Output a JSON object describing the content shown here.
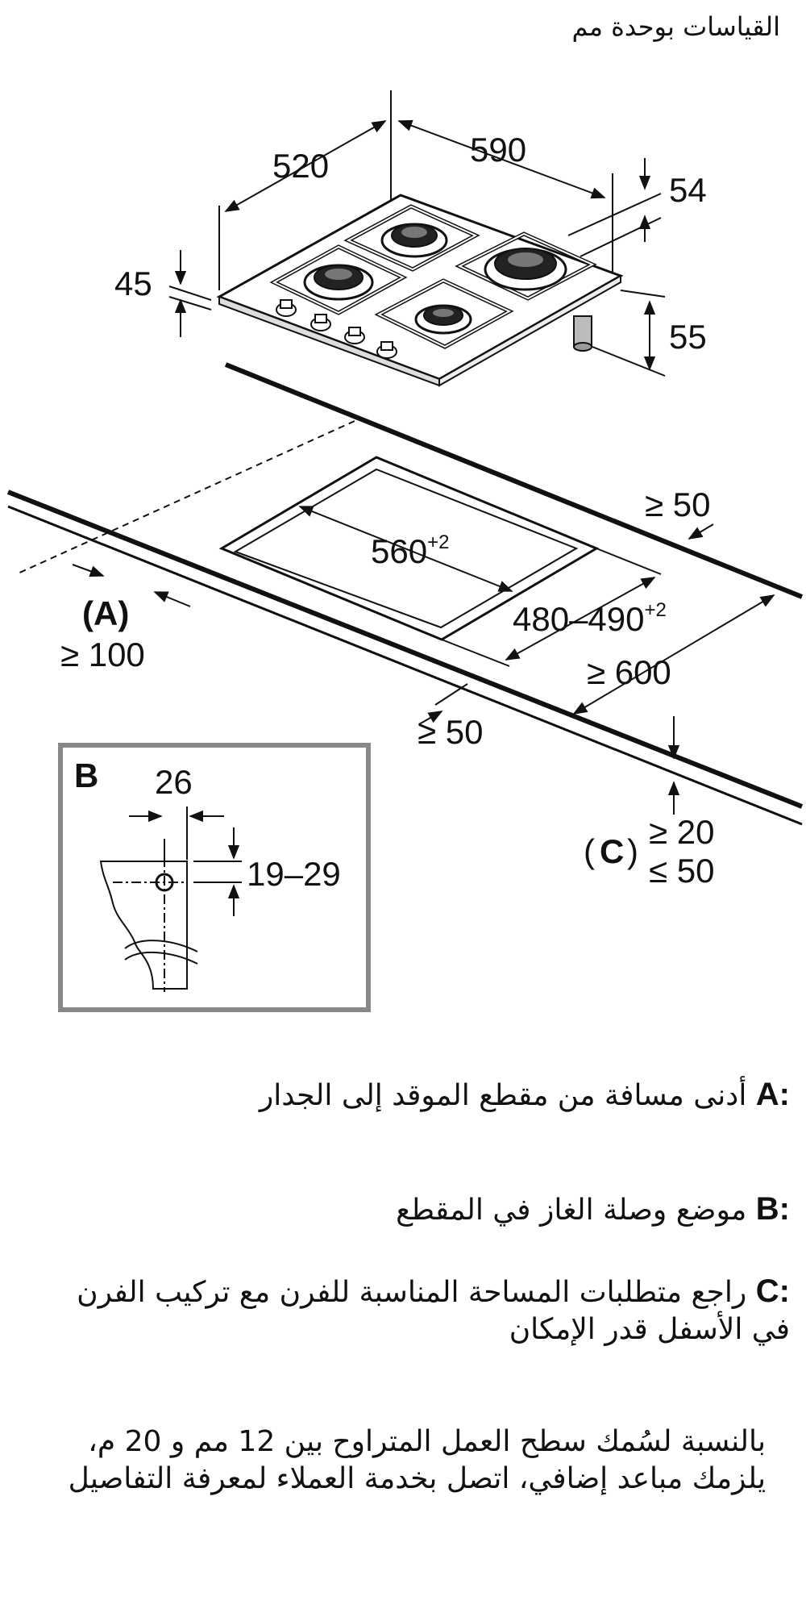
{
  "header": {
    "units_note": "القياسات بوحدة مم"
  },
  "hob_dims": {
    "depth": "520",
    "width": "590",
    "top_offset": "54",
    "side_height": "45",
    "body_height": "55"
  },
  "cutout_dims": {
    "width": "560",
    "width_tol": "+2",
    "depth": "480–490",
    "depth_tol": "+2",
    "back_min": "≥ 50",
    "side_min": "≥ 100",
    "front_min": "≥ 50",
    "depth_min": "≥ 600",
    "thick_min": "≥ 20",
    "thick_max": "≤ 50"
  },
  "labels": {
    "a": "(A)",
    "c_open": "(",
    "c_letter": "C",
    "c_close": ")"
  },
  "detail_b": {
    "title": "B",
    "width": "26",
    "height": "19–29"
  },
  "legend": [
    {
      "key": "A:",
      "text": "أدنى مسافة من مقطع الموقد إلى الجدار"
    },
    {
      "key": "B:",
      "text": "موضع وصلة الغاز في المقطع"
    },
    {
      "key": "C:",
      "text": "راجع متطلبات المساحة المناسبة للفرن مع تركيب الفرن في الأسفل قدر الإمكان"
    }
  ],
  "note": "بالنسبة لسُمك سطح العمل المتراوح بين 12 مم و 20 م، يلزمك مباعد إضافي، اتصل بخدمة العملاء لمعرفة التفاصيل"
}
